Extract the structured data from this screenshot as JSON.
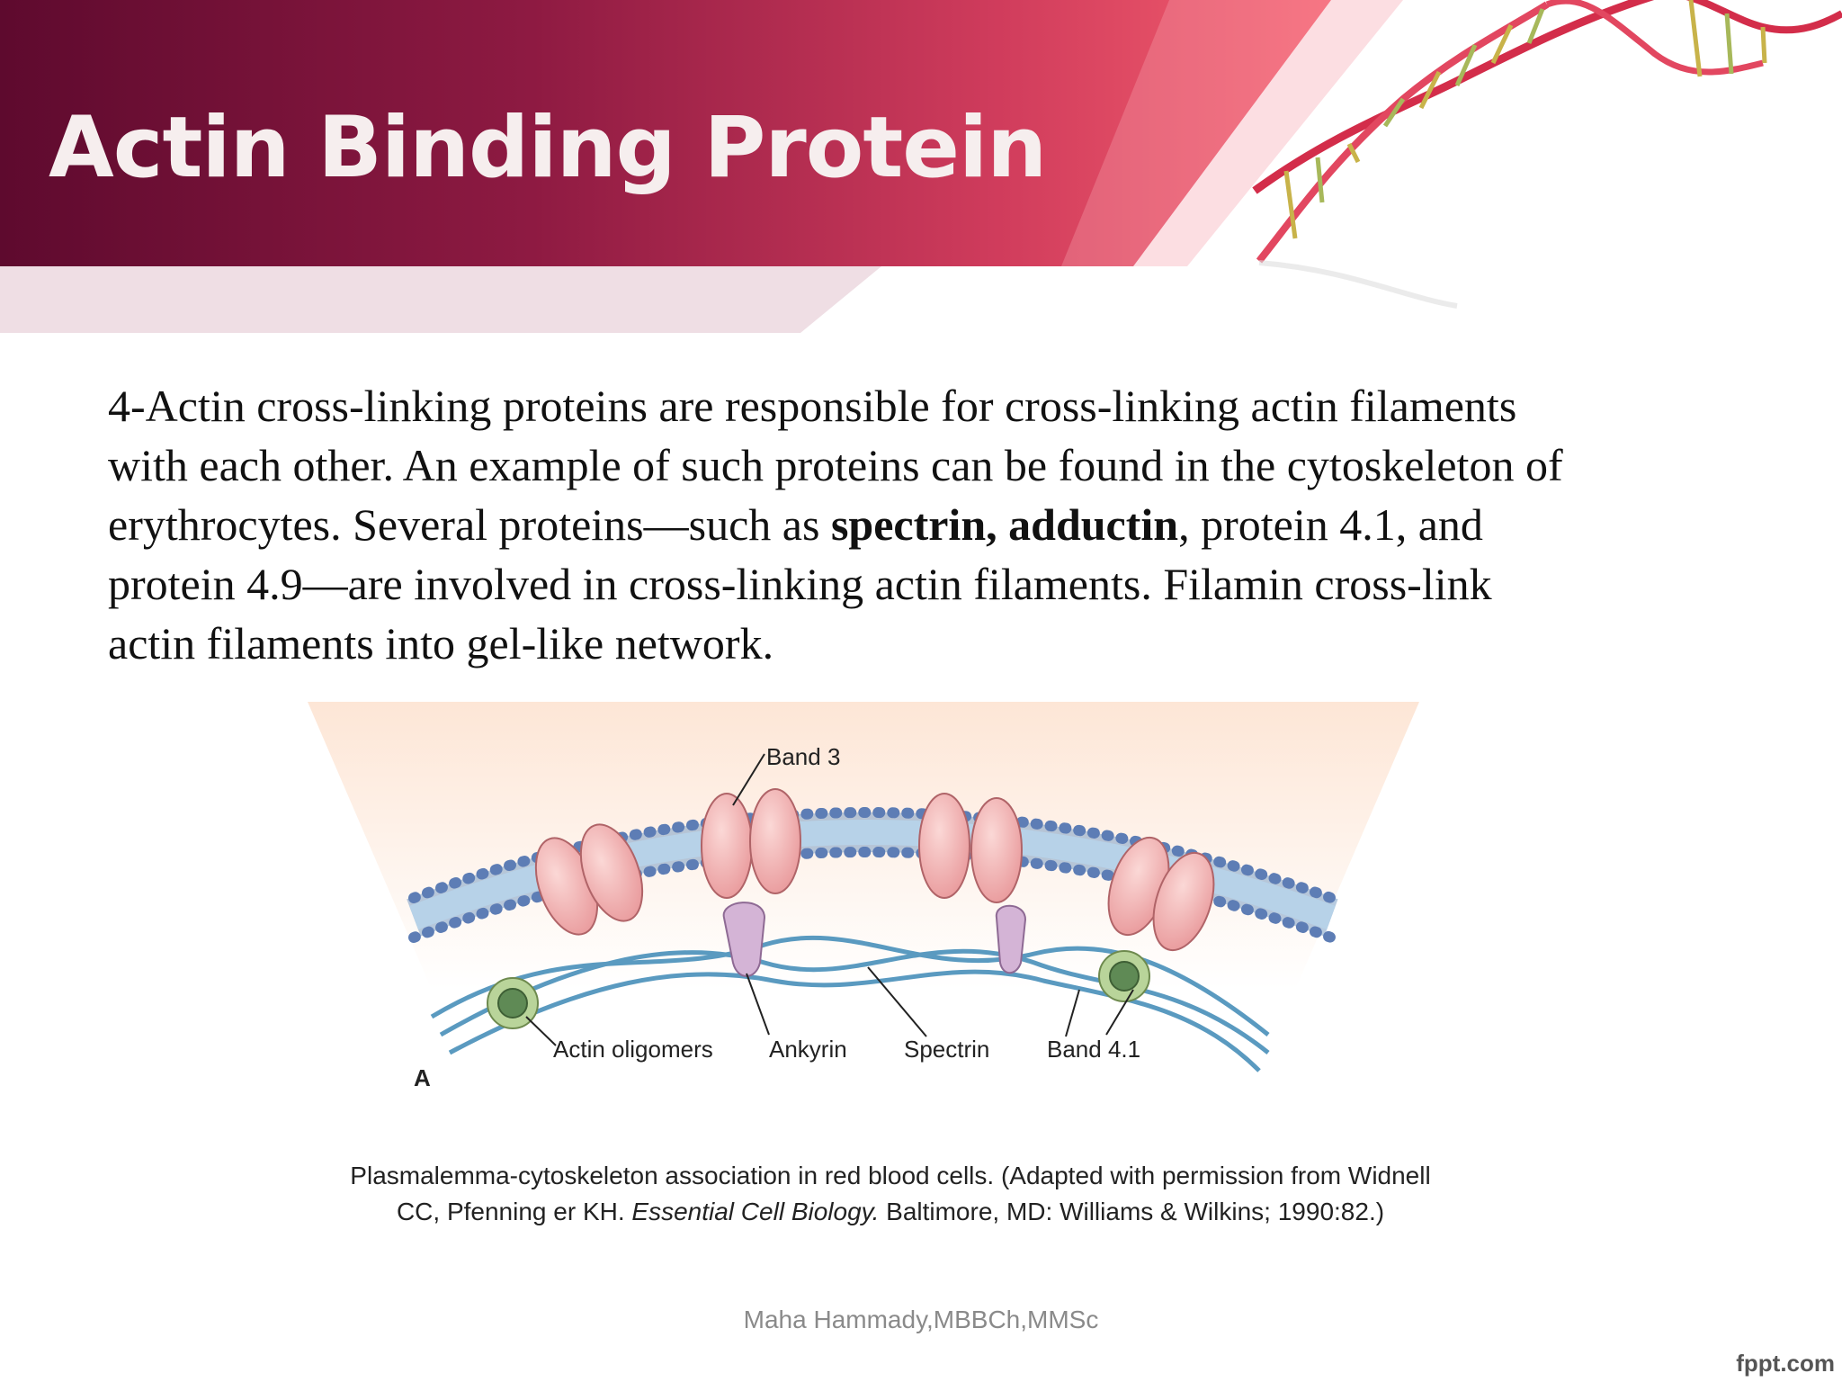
{
  "slide": {
    "title": "Actin Binding Protein",
    "paragraph": {
      "part1": "4-Actin cross-linking proteins are responsible for cross-linking actin filaments with each other. An example of such proteins can be found in the cytoskeleton of erythrocytes. Several proteins—such as ",
      "bold": "spectrin, adductin",
      "part2": ", protein 4.1, and protein 4.9—are involved in cross-linking actin filaments. Filamin cross-link actin filaments into gel-like network."
    },
    "figure": {
      "panel_label": "A",
      "labels": {
        "band3": "Band 3",
        "actin_oligomers": "Actin oligomers",
        "ankyrin": "Ankyrin",
        "spectrin": "Spectrin",
        "band41": "Band 4.1"
      }
    },
    "caption": {
      "line1": "Plasmalemma-cytoskeleton association in red blood cells. (Adapted with permission from Widnell",
      "line2_a": "CC, Pfenning er KH. ",
      "line2_italic": "Essential Cell Biology.",
      "line2_b": " Baltimore, MD: Williams & Wilkins; 1990:82.)"
    },
    "footer": "Maha Hammady,MBBCh,MMSc",
    "brand": "fppt.com"
  },
  "colors": {
    "banner_dark": "#5e0a2e",
    "banner_mid": "#a8294c",
    "banner_light": "#f35a6e",
    "membrane_blue": "#a9c8e0",
    "protein_pink": "#f0b3b3",
    "ankyrin_purple": "#d4b4d6",
    "band41_green": "#b9d49a"
  }
}
